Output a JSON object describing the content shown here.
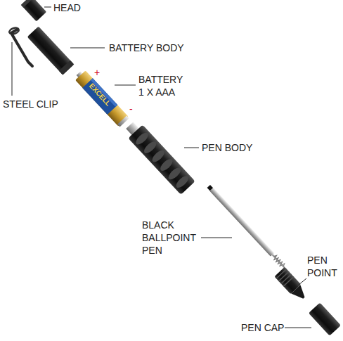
{
  "diagram": {
    "labels": [
      "HEAD",
      "BATTERY BODY",
      "+",
      "BATTERY 1 X AAA",
      "EXCELL",
      "-",
      "STEEL CLIP",
      "PEN BODY",
      "BLACK BALLPOINT PEN",
      "PEN POINT",
      "PEN CAP"
    ]
  }
}
